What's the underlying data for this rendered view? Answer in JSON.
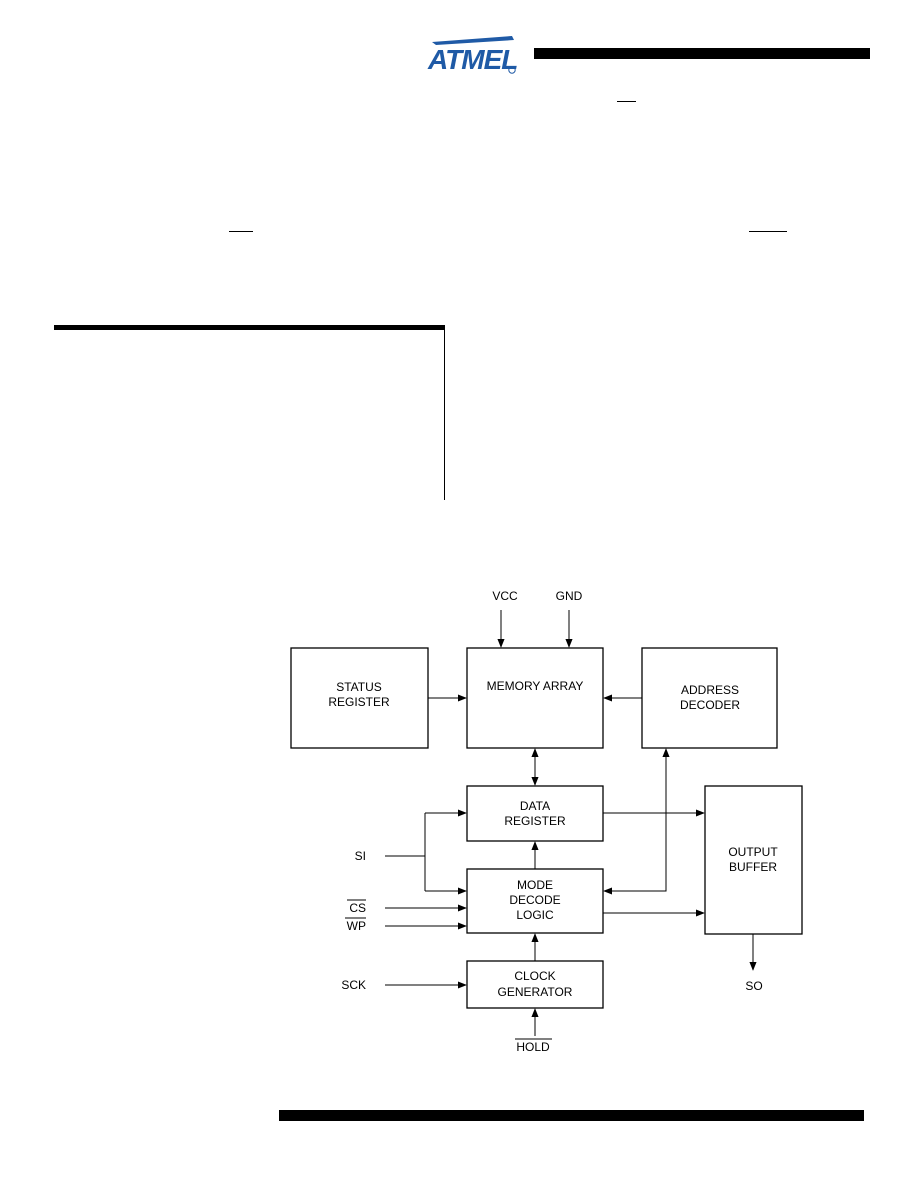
{
  "header": {
    "logo_text": "ATMEL",
    "logo_color": "#1f5aa6"
  },
  "diagram": {
    "supply": {
      "vcc": "VCC",
      "gnd": "GND"
    },
    "blocks": {
      "status_register": [
        "STATUS",
        "REGISTER"
      ],
      "memory_array": [
        "MEMORY ARRAY"
      ],
      "address_decoder": [
        "ADDRESS",
        "DECODER"
      ],
      "data_register": [
        "DATA",
        "REGISTER"
      ],
      "mode_decode_logic": [
        "MODE",
        "DECODE",
        "LOGIC"
      ],
      "clock_generator": [
        "CLOCK",
        "GENERATOR"
      ],
      "output_buffer": [
        "OUTPUT",
        "BUFFER"
      ]
    },
    "pins": {
      "si": "SI",
      "cs": "CS",
      "wp": "WP",
      "sck": "SCK",
      "hold": "HOLD",
      "so": "SO"
    }
  }
}
